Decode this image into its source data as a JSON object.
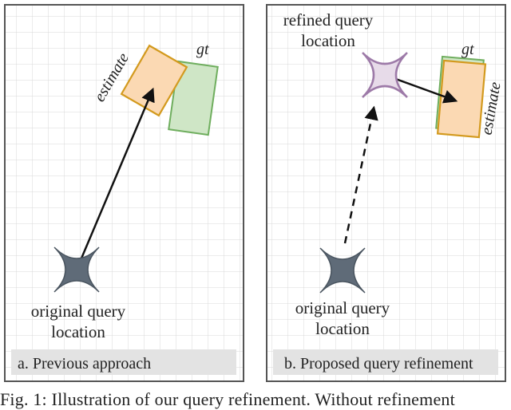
{
  "panel_a": {
    "caption": "a. Previous approach",
    "estimate_label": "estimate",
    "gt_label": "gt",
    "query_label_line1": "original query",
    "query_label_line2": "location"
  },
  "panel_b": {
    "caption": "b. Proposed query refinement",
    "estimate_label": "estimate",
    "gt_label": "gt",
    "refined_label_line1": "refined query",
    "refined_label_line2": "location",
    "query_label_line1": "original query",
    "query_label_line2": "location"
  },
  "figure_caption": "Fig. 1: Illustration of our query refinement. Without refinement",
  "colors": {
    "grid": "#d9d9d9",
    "frame": "#555555",
    "estimate_fill": "#fbd9b3",
    "estimate_stroke": "#d39a1e",
    "gt_fill": "#cfe6c6",
    "gt_stroke": "#6fae5e",
    "query_fill": "#5f6b78",
    "refined_fill": "#e7dbe9",
    "refined_stroke": "#9d7aa8",
    "caption_bar": "#e3e3e3"
  }
}
